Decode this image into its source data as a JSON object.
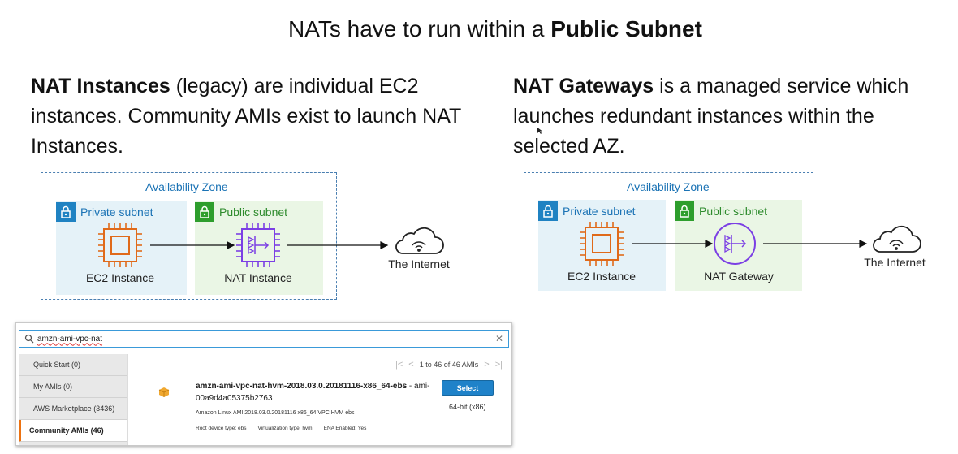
{
  "title": {
    "prefix": "NATs have to run within a ",
    "bold": "Public Subnet"
  },
  "left_desc": {
    "bold": "NAT Instances",
    "text": " (legacy) are individual EC2 instances. Community AMIs exist to launch NAT Instances."
  },
  "right_desc": {
    "bold": "NAT Gateways",
    "text": " is a managed service which launches redundant instances within the selected AZ."
  },
  "left_diagram": {
    "az_label": "Availability Zone",
    "private_label": "Private subnet",
    "public_label": "Public subnet",
    "ec2_label": "EC2 Instance",
    "nat_label": "NAT Instance",
    "internet_label": "The Internet"
  },
  "right_diagram": {
    "az_label": "Availability Zone",
    "private_label": "Private subnet",
    "public_label": "Public subnet",
    "ec2_label": "EC2 Instance",
    "nat_label": "NAT Gateway",
    "internet_label": "The Internet"
  },
  "ami_screenshot": {
    "search_value": "amzn-ami-vpc-nat",
    "sidebar": [
      {
        "label": "Quick Start (0)",
        "active": false
      },
      {
        "label": "My AMIs (0)",
        "active": false
      },
      {
        "label": "AWS Marketplace (3436)",
        "active": false
      },
      {
        "label": "Community AMIs (46)",
        "active": true
      }
    ],
    "pagination": "1 to 46 of 46 AMIs",
    "ami_name": "amzn-ami-vpc-nat-hvm-2018.03.0.20181116-x86_64-ebs",
    "ami_id": " - ami-00a9d4a05375b2763",
    "ami_description": "Amazon Linux AMI 2018.03.0.20181116 x86_64 VPC HVM ebs",
    "root_device": "Root device type: ebs",
    "virtualization": "Virtualization type: hvm",
    "ena": "ENA Enabled: Yes",
    "select_label": "Select",
    "arch": "64-bit (x86)"
  },
  "colors": {
    "az_border": "#4a7fb1",
    "private_bg": "#e5f2f8",
    "public_bg": "#eaf6e5",
    "ec2_orange": "#e06a1a",
    "nat_purple": "#7b3fe4",
    "select_blue": "#1f82c9"
  },
  "icons": [
    "lock-icon",
    "ec2-chip-icon",
    "nat-instance-icon",
    "nat-gateway-icon",
    "internet-cloud-icon",
    "search-icon",
    "ami-cube-icon"
  ]
}
